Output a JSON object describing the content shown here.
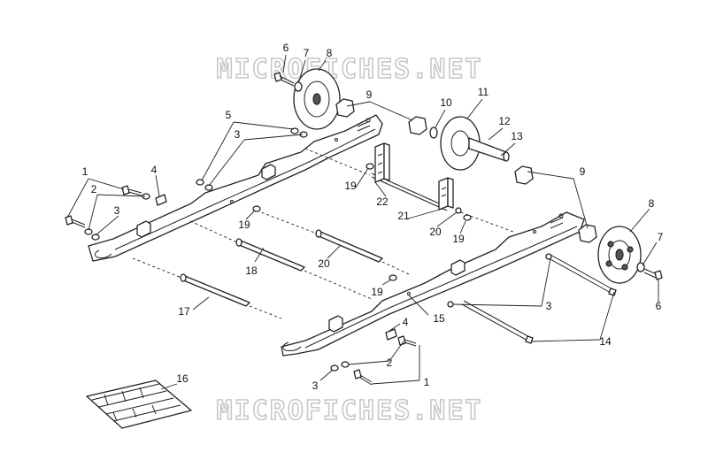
{
  "watermark": {
    "top": "MICROFICHES.NET",
    "bottom": "MICROFICHES.NET"
  },
  "callouts": [
    {
      "id": "c6a",
      "label": "6"
    },
    {
      "id": "c7a",
      "label": "7"
    },
    {
      "id": "c8a",
      "label": "8"
    },
    {
      "id": "c9a",
      "label": "9"
    },
    {
      "id": "c10",
      "label": "10"
    },
    {
      "id": "c11",
      "label": "11"
    },
    {
      "id": "c12",
      "label": "12"
    },
    {
      "id": "c13",
      "label": "13"
    },
    {
      "id": "c5",
      "label": "5"
    },
    {
      "id": "c3a",
      "label": "3"
    },
    {
      "id": "c1a",
      "label": "1"
    },
    {
      "id": "c2a",
      "label": "2"
    },
    {
      "id": "c4a",
      "label": "4"
    },
    {
      "id": "c3b",
      "label": "3"
    },
    {
      "id": "c19a",
      "label": "19"
    },
    {
      "id": "c22",
      "label": "22"
    },
    {
      "id": "c9b",
      "label": "9"
    },
    {
      "id": "c8b",
      "label": "8"
    },
    {
      "id": "c7b",
      "label": "7"
    },
    {
      "id": "c6b",
      "label": "6"
    },
    {
      "id": "c19b",
      "label": "19"
    },
    {
      "id": "c21",
      "label": "21"
    },
    {
      "id": "c20a",
      "label": "20"
    },
    {
      "id": "c19c",
      "label": "19"
    },
    {
      "id": "c18",
      "label": "18"
    },
    {
      "id": "c20b",
      "label": "20"
    },
    {
      "id": "c19d",
      "label": "19"
    },
    {
      "id": "c3c",
      "label": "3"
    },
    {
      "id": "c17",
      "label": "17"
    },
    {
      "id": "c15",
      "label": "15"
    },
    {
      "id": "c4b",
      "label": "4"
    },
    {
      "id": "c14",
      "label": "14"
    },
    {
      "id": "c2b",
      "label": "2"
    },
    {
      "id": "c3d",
      "label": "3"
    },
    {
      "id": "c1b",
      "label": "1"
    },
    {
      "id": "c16",
      "label": "16"
    }
  ]
}
